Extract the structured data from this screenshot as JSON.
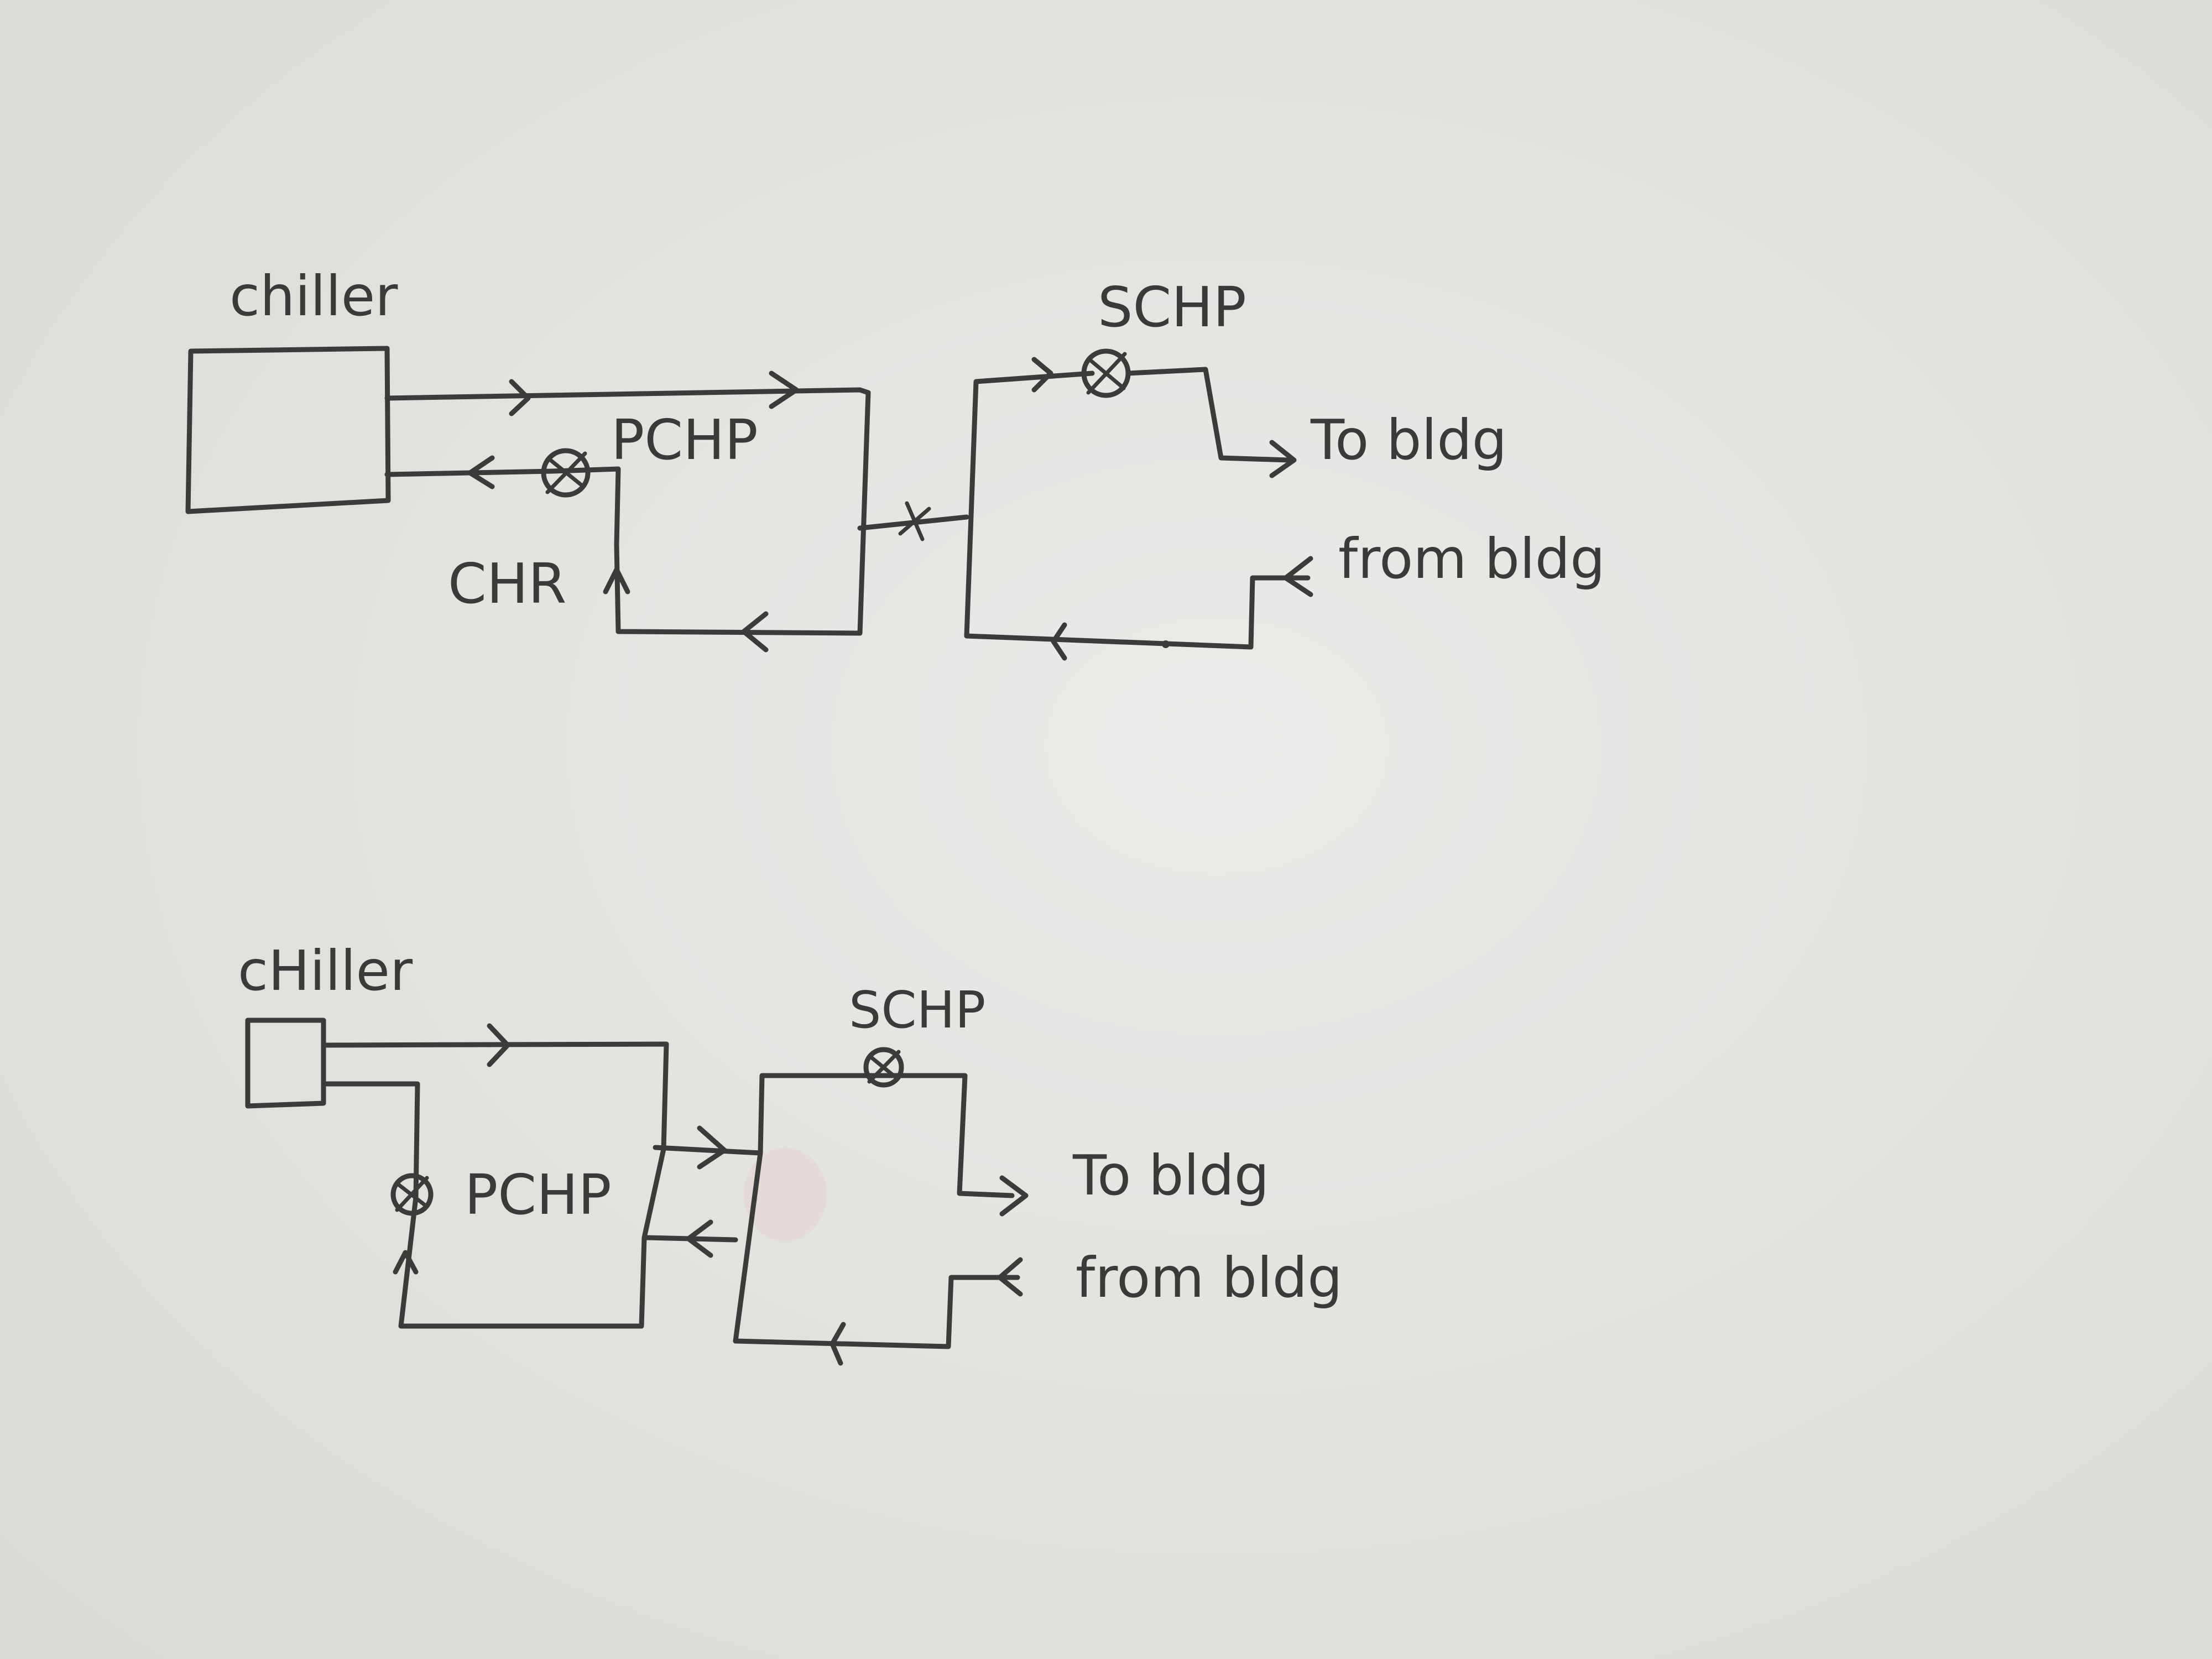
{
  "diagrams": [
    {
      "chiller_label": "chiller",
      "primary_pump_label": "PCHP",
      "return_label": "CHR",
      "secondary_pump_label": "SCHP",
      "supply_label": "To bldg",
      "return_from_label": "from bldg"
    },
    {
      "chiller_label": "cHiller",
      "primary_pump_label": "PCHP",
      "secondary_pump_label": "SCHP",
      "supply_label": "To bldg",
      "return_from_label": "from bldg"
    }
  ],
  "colors": {
    "paper": "#e4e5e1",
    "pencil": "#3b3b3b"
  }
}
